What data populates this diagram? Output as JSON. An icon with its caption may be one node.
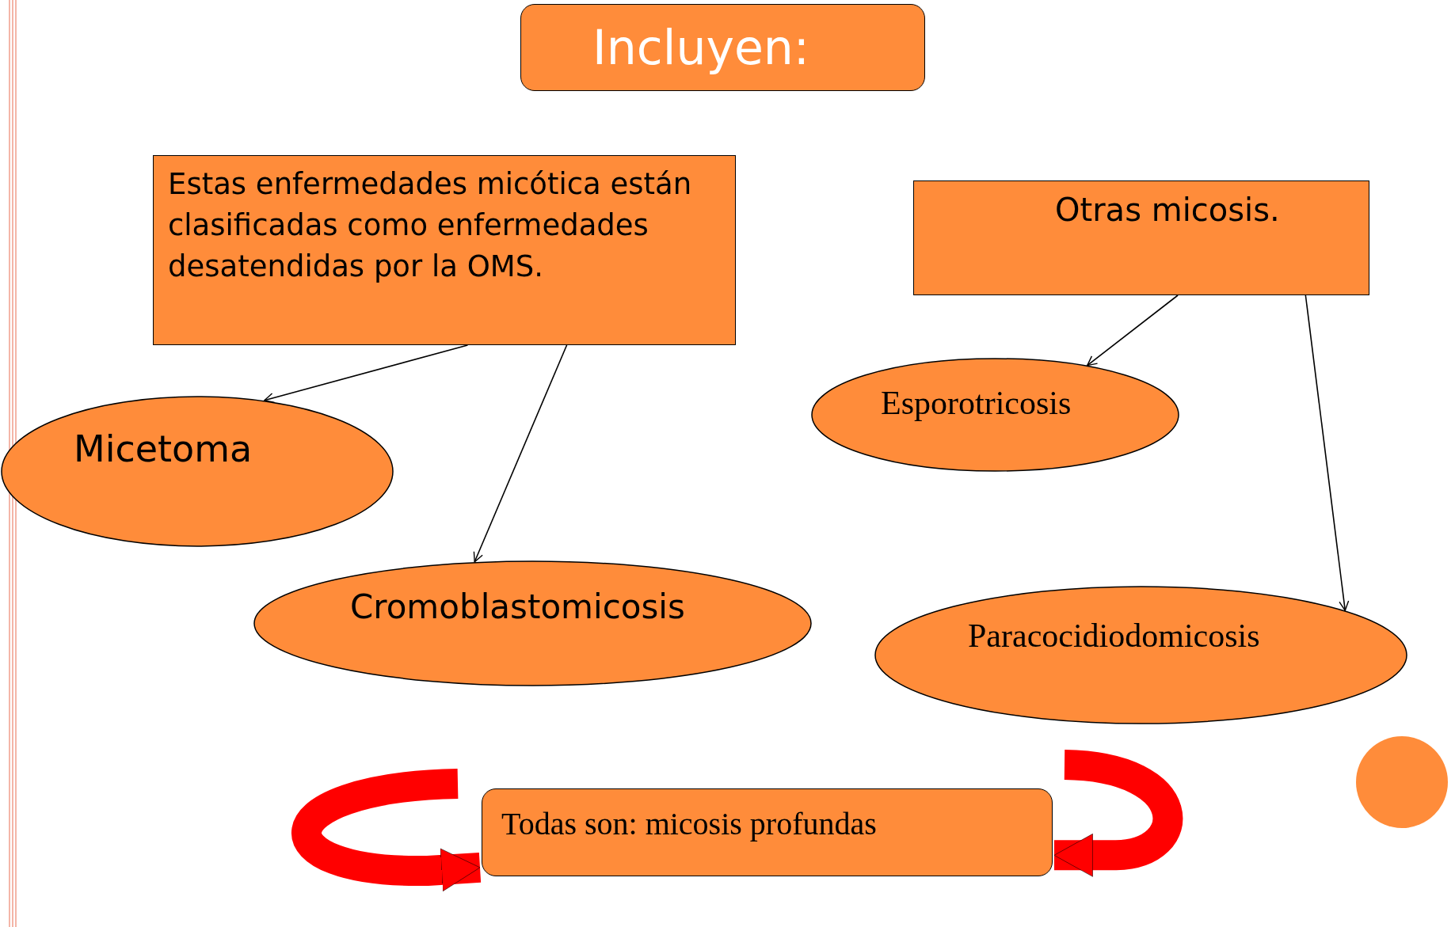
{
  "diagram": {
    "nodes": [
      {
        "text": [
          "Incluyen:"
        ]
      },
      {
        "text": [
          "Estas enfermedades micótica están clasificadas como enfermedades desatendidas por la OMS."
        ]
      },
      {
        "text": [
          "Otras  micosis."
        ]
      },
      {
        "text": [
          "Micetoma"
        ]
      },
      {
        "text": [
          "Cromoblastomicosis"
        ]
      },
      {
        "text": [
          "Esporotricosis"
        ]
      },
      {
        "text": [
          "Paracocidiodomicosis"
        ]
      },
      {
        "text": [
          "Todas son: micosis profundas"
        ]
      }
    ],
    "edges": [
      {
        "from": 1,
        "to": 3,
        "arrow": "to"
      },
      {
        "from": 1,
        "to": 4,
        "arrow": "to"
      },
      {
        "from": 2,
        "to": 5,
        "arrow": "to"
      },
      {
        "from": 2,
        "to": 6,
        "arrow": "to"
      },
      {
        "from": null,
        "to": 7,
        "arrow": "to",
        "style": "thick",
        "color": "#ff0000"
      },
      {
        "from": null,
        "to": 7,
        "arrow": "to",
        "style": "thick",
        "color": "#ff0000"
      }
    ]
  }
}
